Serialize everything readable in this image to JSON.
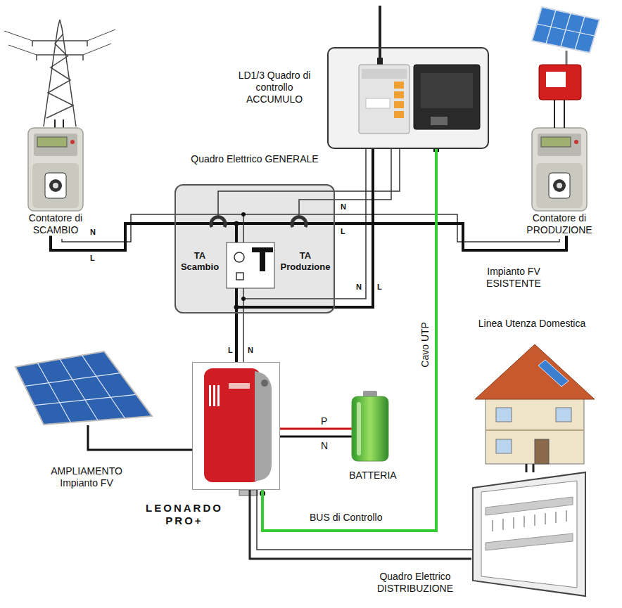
{
  "diagram": {
    "nodes": [
      {
        "text": [
          "LD1/3 Quadro di controllo ACCUMULO"
        ]
      },
      {
        "text": [
          "Quadro Elettrico GENERALE"
        ]
      },
      {
        "text": [
          "TA Scambio"
        ],
        "in": 1
      },
      {
        "text": [
          "TA Produzione"
        ],
        "in": 1
      },
      {
        "text": [
          "Contatore di SCAMBIO"
        ]
      },
      {
        "text": [
          "Contatore di PRODUZIONE"
        ]
      },
      {
        "text": [
          "LEONARDO PRO+"
        ]
      },
      {
        "text": [
          "AMPLIAMENTO Impianto FV"
        ]
      },
      {
        "text": [
          "BATTERIA"
        ]
      },
      {
        "text": [
          "Linea Utenza Domestica"
        ]
      },
      {
        "text": [
          "Quadro Elettrico DISTRIBUZIONE"
        ]
      }
    ],
    "edges": [
      {
        "from": 4,
        "to": 1,
        "arrow": "none"
      },
      {
        "from": 5,
        "to": 1,
        "arrow": "none"
      },
      {
        "from": 0,
        "to": 1,
        "arrow": "none"
      },
      {
        "from": 1,
        "to": 6,
        "arrow": "none"
      },
      {
        "from": 0,
        "to": 6,
        "label": "Cavo UTP",
        "arrow": "none"
      },
      {
        "from": 7,
        "to": 6,
        "arrow": "none"
      },
      {
        "from": 6,
        "to": 8,
        "arrow": "none"
      },
      {
        "from": 6,
        "to": 10,
        "arrow": "none"
      },
      {
        "from": 9,
        "to": 10,
        "arrow": "none"
      }
    ],
    "labels": [
      "N",
      "L",
      "N",
      "L",
      "Impianto FV ESISTENTE",
      "N",
      "L",
      "L",
      "N",
      "P",
      "N",
      "BUS di Controllo"
    ]
  }
}
